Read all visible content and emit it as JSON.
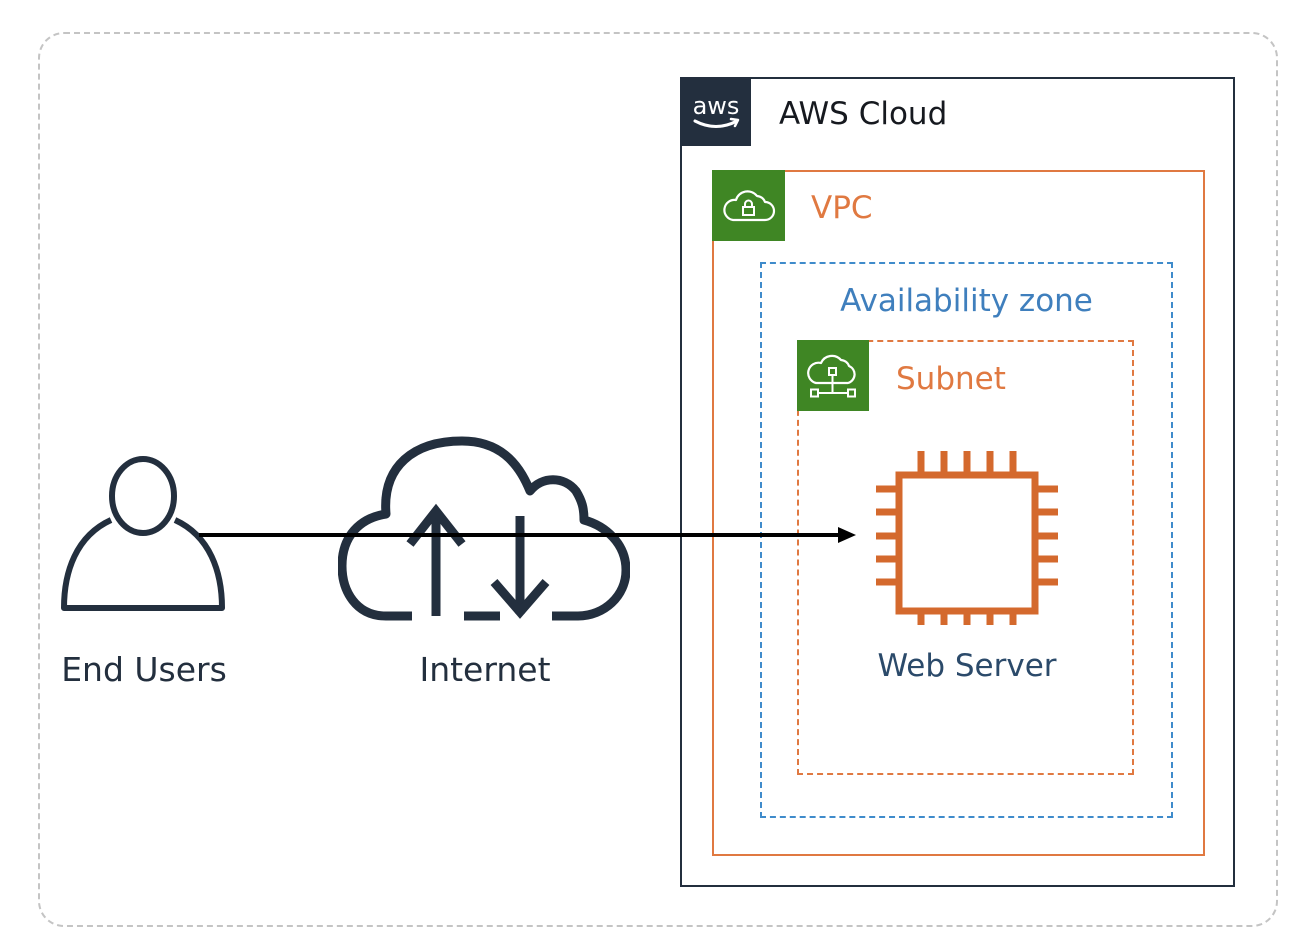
{
  "diagram": {
    "groups": {
      "aws_cloud": {
        "label": "AWS Cloud",
        "logo_text": "aws",
        "border_color": "#232f3e"
      },
      "vpc": {
        "label": "VPC",
        "color": "#e07941",
        "icon_bg": "#3f8624"
      },
      "availability_zone": {
        "label": "Availability zone",
        "color": "#3f8bcb"
      },
      "subnet": {
        "label": "Subnet",
        "color": "#e07941",
        "icon_bg": "#3f8624"
      }
    },
    "nodes": {
      "end_users": {
        "label": "End Users"
      },
      "internet": {
        "label": "Internet"
      },
      "web_server": {
        "label": "Web Server",
        "color": "#d45b07"
      }
    },
    "edges": [
      {
        "from": "End Users",
        "to": "Web Server",
        "style": "solid-arrow"
      }
    ]
  }
}
